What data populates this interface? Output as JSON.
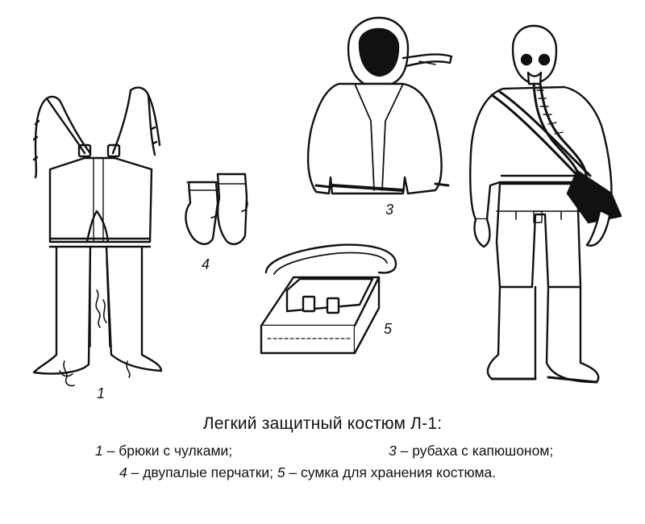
{
  "labels": {
    "trousers": "1",
    "shirt": "3",
    "gloves": "4",
    "bag": "5"
  },
  "caption": {
    "title": "Легкий защитный костюм Л-1:",
    "line1_part1_num": "1",
    "line1_part1_text": " – брюки с чулками;",
    "line1_part2_num": "3",
    "line1_part2_text": " – рубаха с капюшоном;",
    "line2_part1_num": "4",
    "line2_part1_text": " – двупалые перчатки; ",
    "line2_part2_num": "5",
    "line2_part2_text": " – сумка для хранения костюма."
  }
}
